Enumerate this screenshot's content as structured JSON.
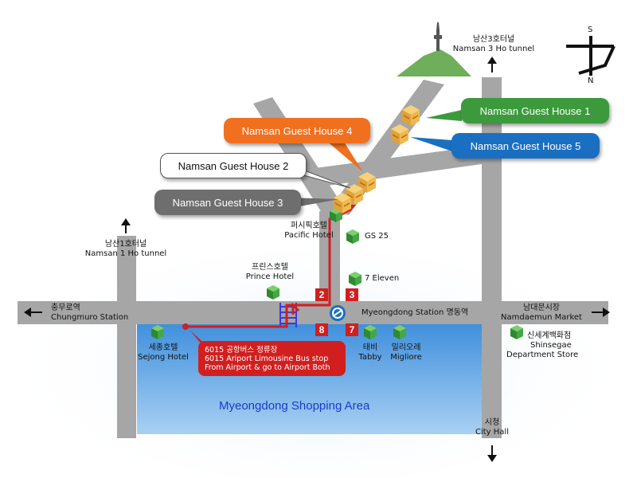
{
  "guest_houses": [
    {
      "name": "Namsan Guest House 1",
      "color": "#3c9a3c",
      "text_color": "#ffffff"
    },
    {
      "name": "Namsan Guest House 2",
      "color": "#ffffff",
      "text_color": "#111111"
    },
    {
      "name": "Namsan Guest House 3",
      "color": "#6e6e6e",
      "text_color": "#ffffff"
    },
    {
      "name": "Namsan Guest House 4",
      "color": "#f07020",
      "text_color": "#ffffff"
    },
    {
      "name": "Namsan Guest House 5",
      "color": "#1a6fc0",
      "text_color": "#ffffff"
    }
  ],
  "tunnels": {
    "namsan3": {
      "ko": "남산3호터널",
      "en": "Namsan 3 Ho tunnel"
    },
    "namsan1": {
      "ko": "남산1호터널",
      "en": "Namsan 1 Ho tunnel"
    }
  },
  "compass": {
    "south": "S",
    "north": "N"
  },
  "landmarks": {
    "pacific": {
      "ko": "퍼시픽호텔",
      "en": "Pacific Hotel"
    },
    "gs25": "GS 25",
    "prince": {
      "ko": "프린스호텔",
      "en": "Prince Hotel"
    },
    "seven_eleven": "7 Eleven",
    "chungmuro": {
      "ko": "충무로역",
      "en": "Chungmuro Station"
    },
    "myeongdong_station": "Myeongdong Station 명동역",
    "namdaemun": {
      "ko": "남대문시장",
      "en": "Namdaemun Market"
    },
    "sejong": {
      "ko": "세종호텔",
      "en": "Sejong Hotel"
    },
    "tabby": {
      "ko": "태비",
      "en": "Tabby"
    },
    "migliore": {
      "ko": "밀리오레",
      "en": "Migliore"
    },
    "shinsegae": {
      "ko": "신세계백화점",
      "en": "Shinsegae",
      "en2": "Department Store"
    },
    "city_hall": {
      "ko": "시청",
      "en": "City Hall"
    }
  },
  "exits": [
    "2",
    "3",
    "8",
    "7"
  ],
  "bus_stop": {
    "line1": "6015 공항버스 정류장",
    "line2": "6015  Ariport Limousine Bus stop",
    "line3": "From Airport & go to Airport Both"
  },
  "area_label": "Myeongdong Shopping Area",
  "colors": {
    "road": "#a6a6a6",
    "route": "#d11f1f",
    "area": "#7fb4e6",
    "marker": "#3fa33f",
    "mountain": "#6fae5a"
  }
}
